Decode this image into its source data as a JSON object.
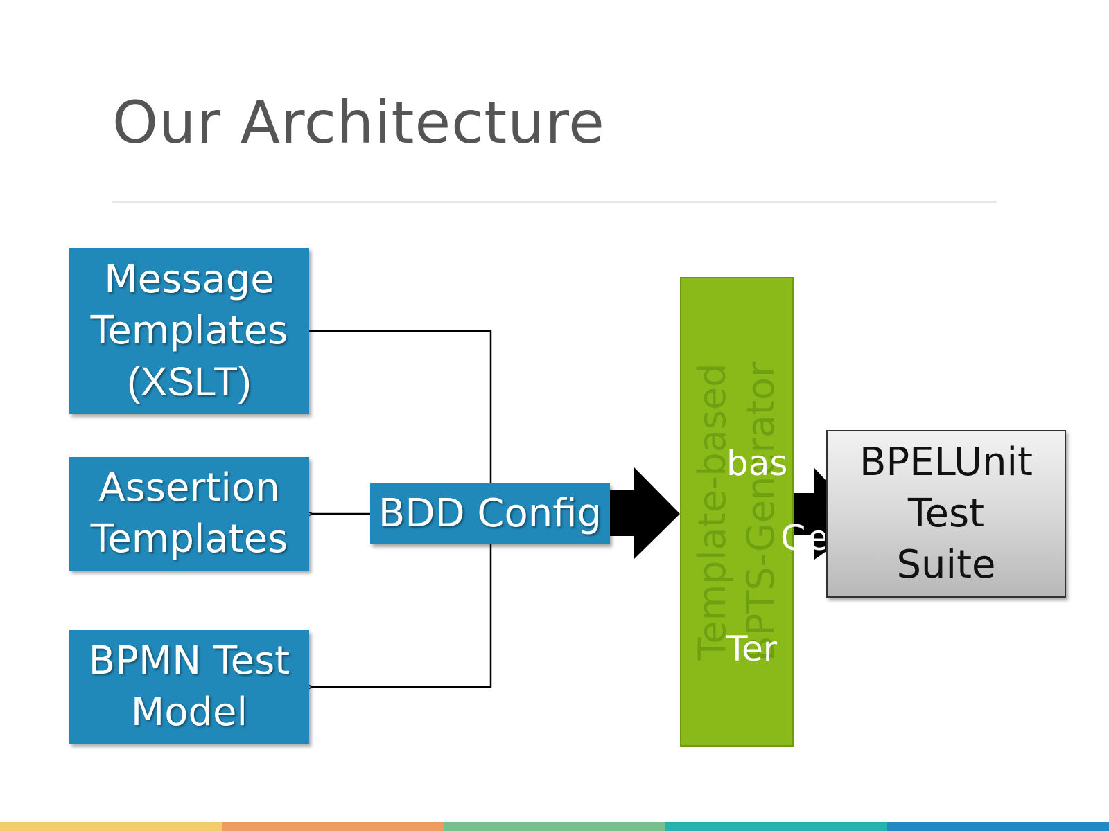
{
  "slide": {
    "title": "Our Architecture"
  },
  "boxes": {
    "message_templates": [
      "Message",
      "Templates",
      "(XSLT)"
    ],
    "assertion_templates": [
      "Assertion",
      "Templates"
    ],
    "bpmn_test_model": [
      "BPMN Test",
      "Model"
    ],
    "bdd_config": "BDD Config",
    "generator": [
      "Template-based",
      "BPTS-Generator"
    ],
    "generator_overflow": [
      "bas",
      "Ge",
      "Ter"
    ],
    "test_suite": [
      "BPELUnit",
      "Test",
      "Suite"
    ]
  },
  "colors": {
    "box_blue": "#2189b9",
    "generator_green": "#8aba19",
    "title_gray": "#555555",
    "footer": [
      "#f5cc6d",
      "#ef9c60",
      "#74c18d",
      "#27b1b0",
      "#2189c6"
    ]
  }
}
